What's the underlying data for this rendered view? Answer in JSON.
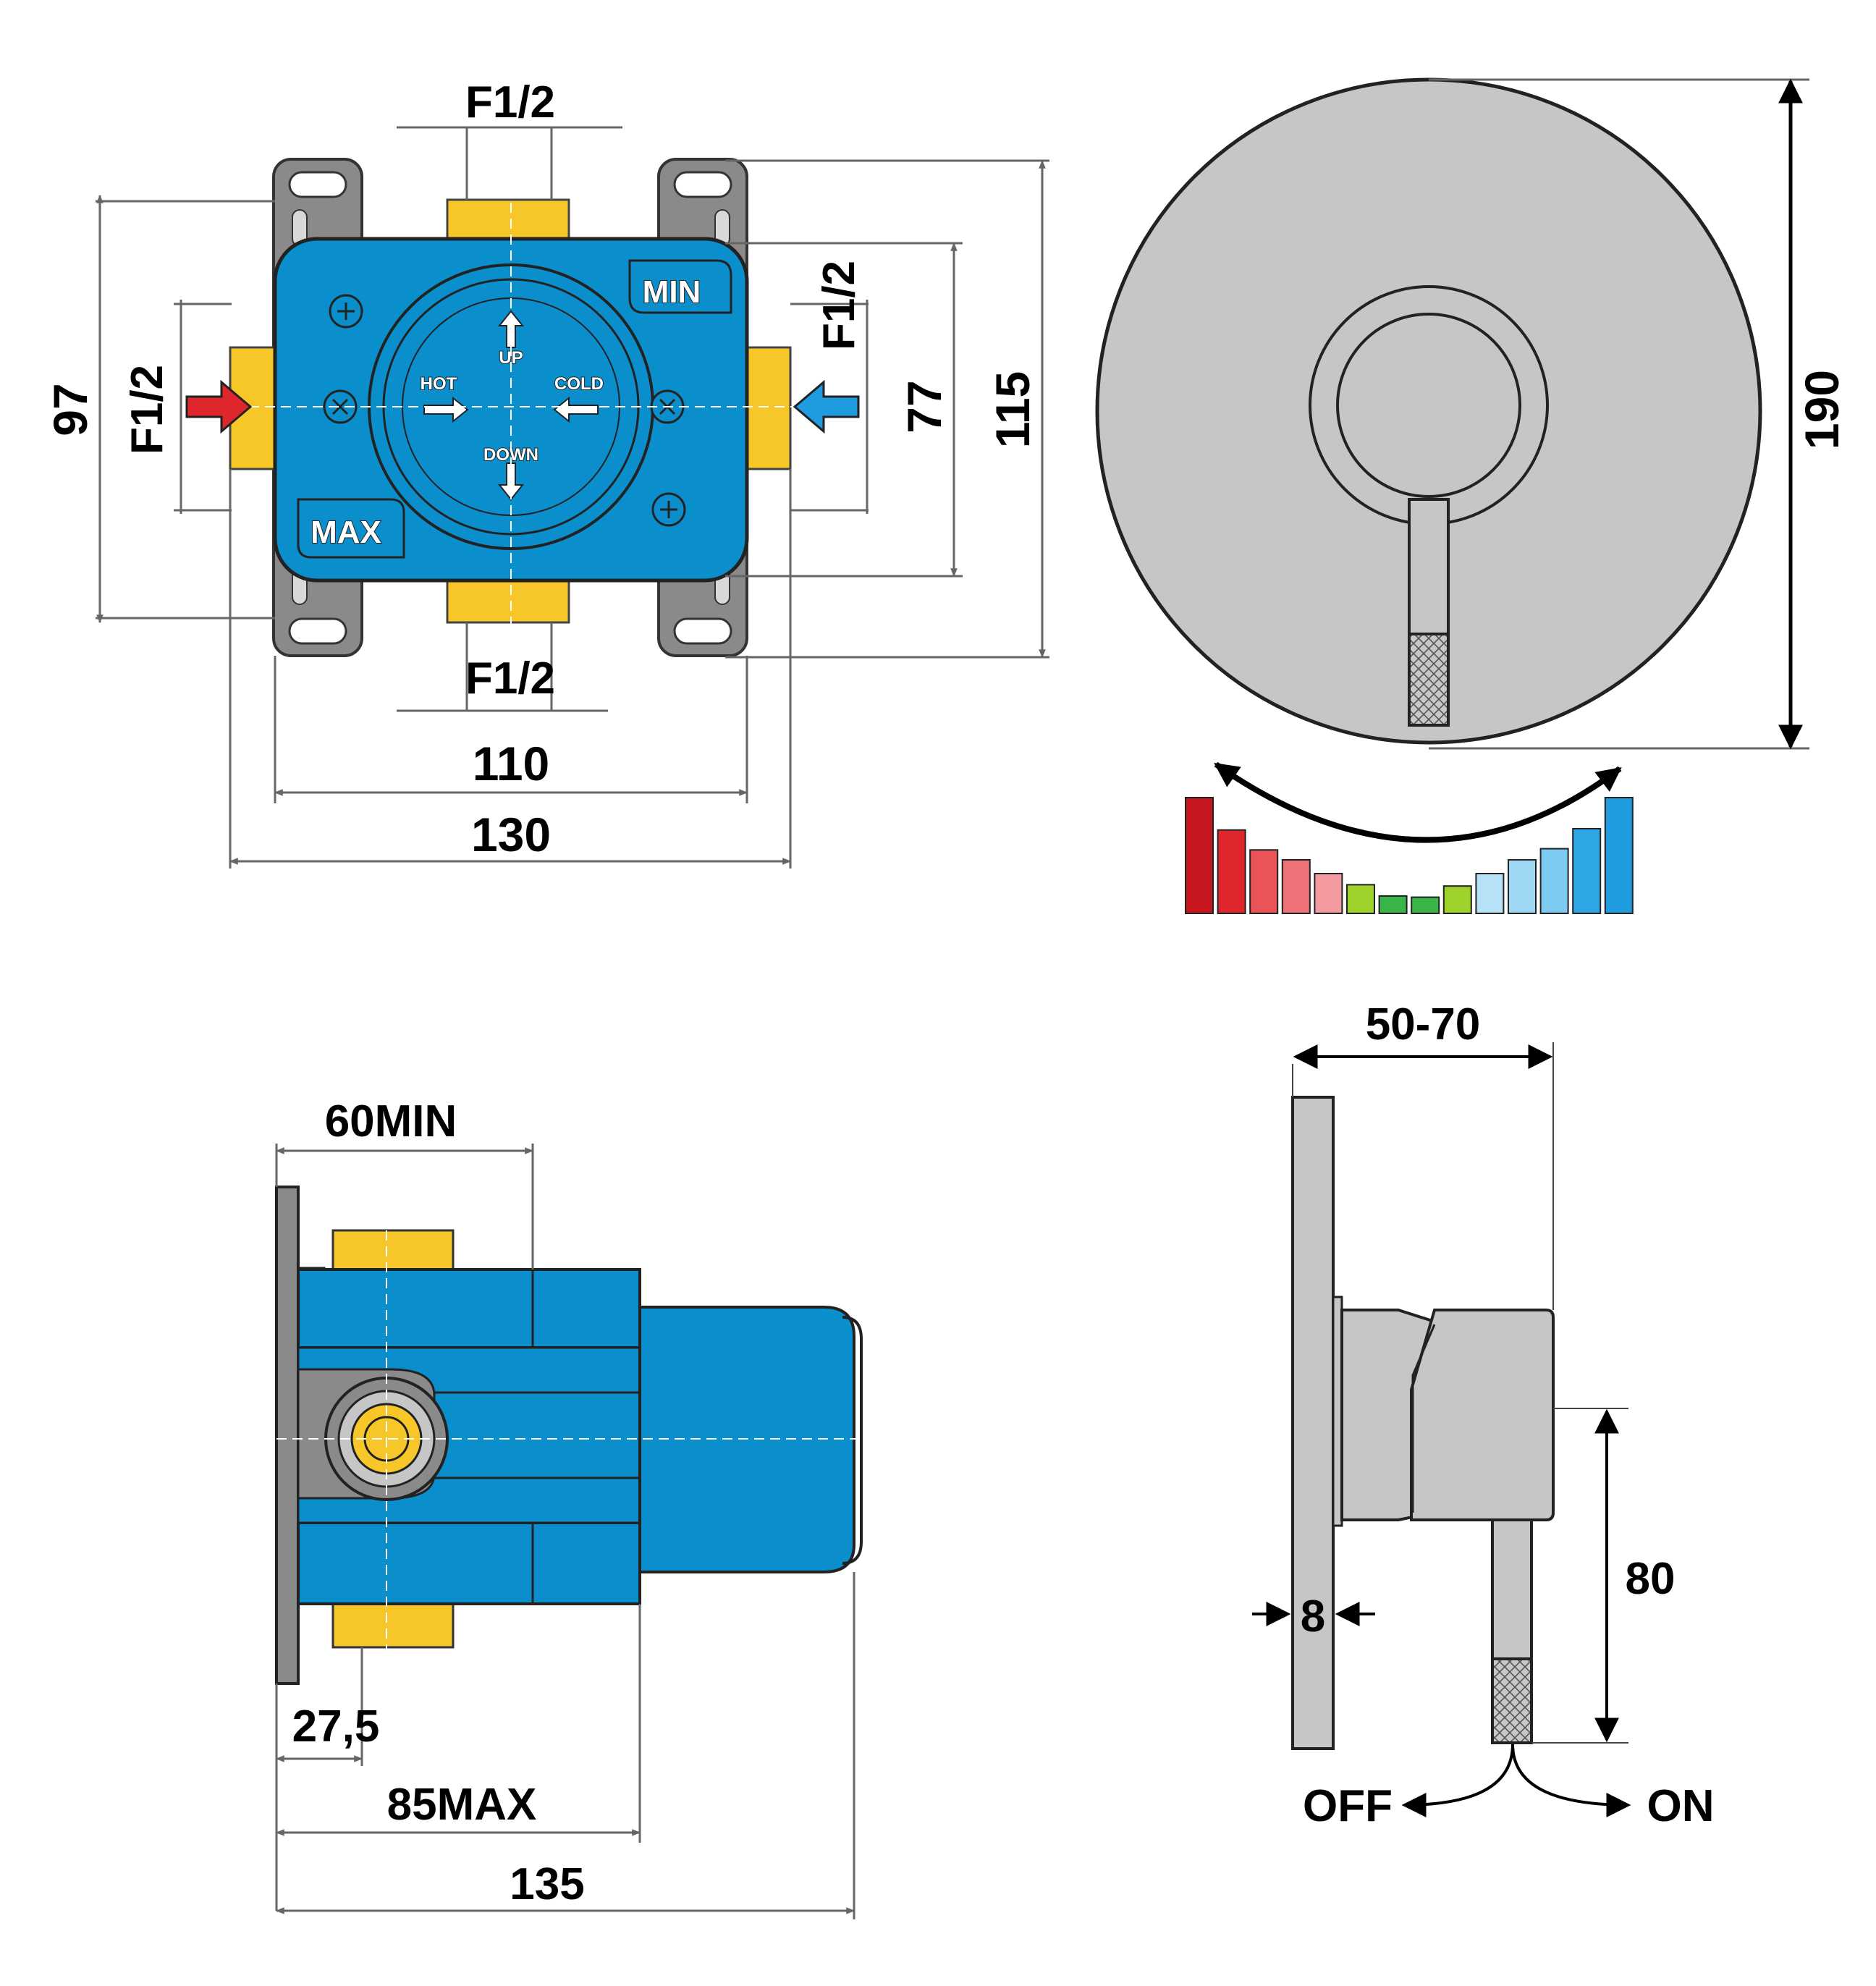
{
  "colors": {
    "body_blue": "#0a8ecc",
    "fitting_yellow": "#f7c72a",
    "bracket_gray": "#8a8a8a",
    "cover_gray": "#c6c6c6",
    "hot_red": "#e0262d",
    "cold_blue": "#1f9be0"
  },
  "top_view": {
    "inlet_top": "F1/2",
    "inlet_bottom": "F1/2",
    "inlet_left": "F1/2",
    "inlet_right": "F1/2",
    "height_97": "97",
    "height_77": "77",
    "height_115": "115",
    "width_110": "110",
    "width_130": "130",
    "label_min": "MIN",
    "label_max": "MAX",
    "label_hot": "HOT",
    "label_cold": "COLD",
    "label_up": "UP",
    "label_down": "DOWN"
  },
  "front_cover": {
    "diameter": "190",
    "temperature_scale": [
      {
        "color": "#c8161e",
        "level": 0.93
      },
      {
        "color": "#e0262d",
        "level": 0.67
      },
      {
        "color": "#ea5458",
        "level": 0.51
      },
      {
        "color": "#ee7278",
        "level": 0.43
      },
      {
        "color": "#f29aa0",
        "level": 0.32
      },
      {
        "color": "#9ed12a",
        "level": 0.23
      },
      {
        "color": "#3ab54a",
        "level": 0.14
      },
      {
        "color": "#3ab54a",
        "level": 0.13
      },
      {
        "color": "#9ed12a",
        "level": 0.22
      },
      {
        "color": "#b8e2f7",
        "level": 0.32
      },
      {
        "color": "#9fd8f4",
        "level": 0.43
      },
      {
        "color": "#7ccaf0",
        "level": 0.52
      },
      {
        "color": "#2ea6e6",
        "level": 0.68
      },
      {
        "color": "#1f9be0",
        "level": 0.93
      }
    ]
  },
  "side_view": {
    "depth_min": "60MIN",
    "offset": "27,5",
    "depth_max": "85MAX",
    "overall": "135"
  },
  "profile_view": {
    "projection": "50-70",
    "plate": "8",
    "lever_length": "80",
    "off_label": "OFF",
    "on_label": "ON"
  }
}
